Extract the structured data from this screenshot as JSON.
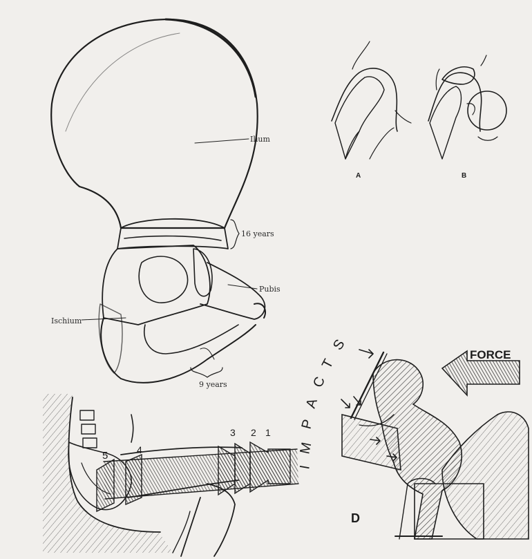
{
  "pelvis": {
    "labels": {
      "ilium": "Ilium",
      "pubis": "Pubis",
      "ischium": "Ischium",
      "age_16": "16 years",
      "age_9": "9 years"
    }
  },
  "hip_sketches": {
    "a": "A",
    "b": "B"
  },
  "knee_impact": {
    "numbers": [
      "3",
      "2",
      "1",
      "4",
      "5"
    ]
  },
  "dashboard_scene": {
    "force": "FORCE",
    "impacts_letters": [
      "I",
      "M",
      "P",
      "A",
      "C",
      "T",
      "S"
    ],
    "panel": "D"
  }
}
